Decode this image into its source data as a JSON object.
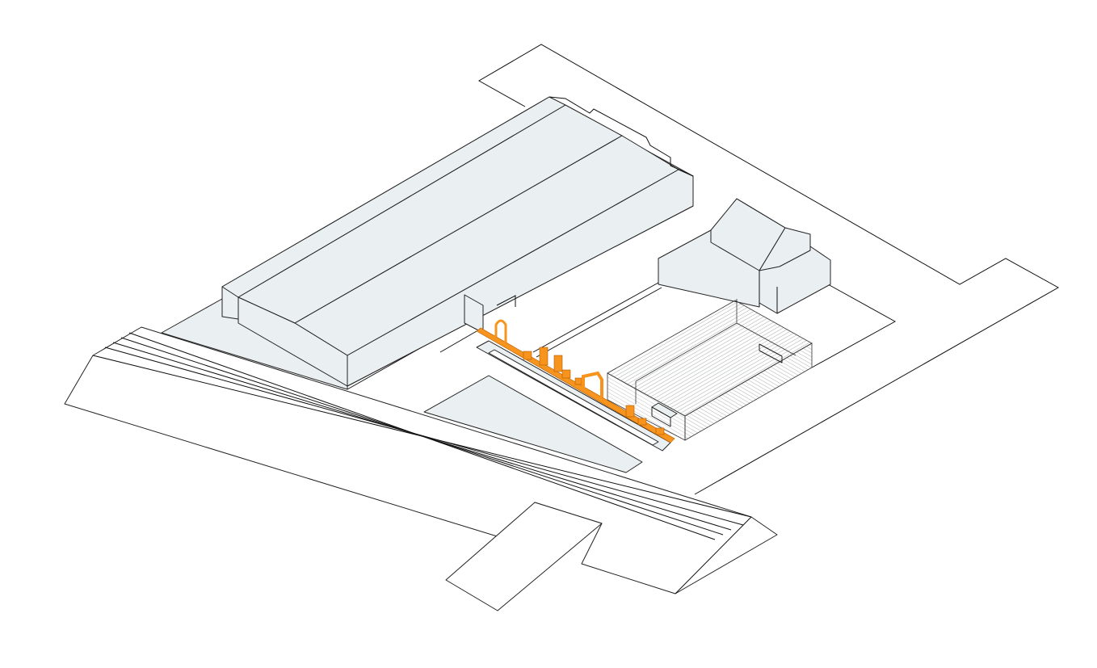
{
  "colors": {
    "background": "#ffffff",
    "building_fill": "#eaeff1",
    "highlight_orange": "#f7941d",
    "line": "#111111",
    "hatch": "#6b6f72"
  },
  "elements": {
    "site_boundary": "outline",
    "warehouse": "existing-building",
    "house": "existing-building",
    "proposed_volume": "hatched-transparent",
    "intervention": "orange-installation",
    "embankment": "road"
  }
}
